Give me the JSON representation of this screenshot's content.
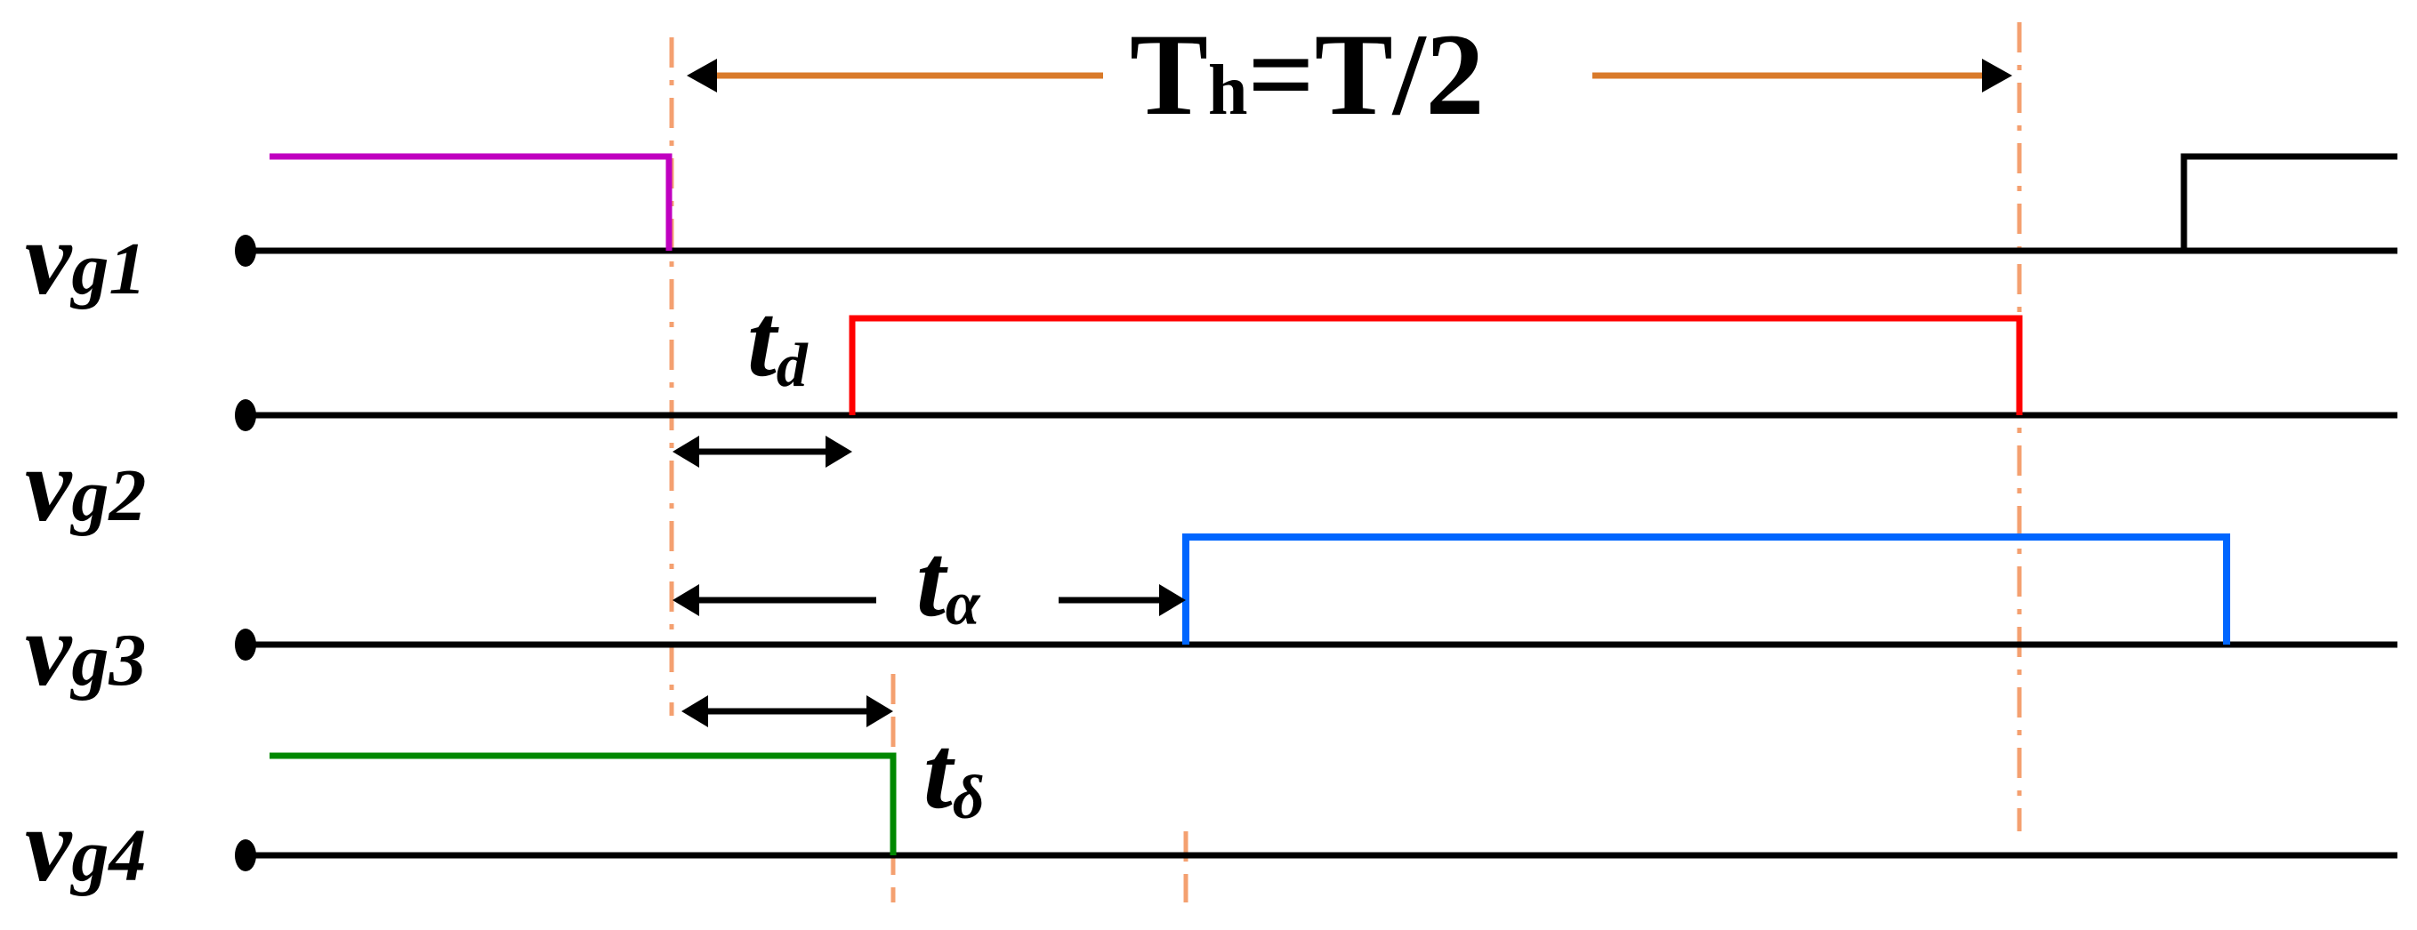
{
  "signals": [
    {
      "id": "vg1",
      "main": "v",
      "sub": "g1"
    },
    {
      "id": "vg2",
      "main": "v",
      "sub": "g2"
    },
    {
      "id": "vg3",
      "main": "v",
      "sub": "g3"
    },
    {
      "id": "vg4",
      "main": "v",
      "sub": "g4"
    }
  ],
  "title": {
    "left": "T",
    "sub": "h",
    "right": "=T/2"
  },
  "annotations": {
    "td": {
      "main": "t",
      "sub": "d"
    },
    "talpha": {
      "main": "t",
      "sub": "α"
    },
    "tdelta": {
      "main": "t",
      "sub": "δ"
    }
  },
  "colors": {
    "vg1": "#c000c0",
    "vg2": "#ff0000",
    "vg3": "#0066ff",
    "vg4": "#008800",
    "next_pulse": "#000000",
    "guide": "#f4a070",
    "period_arrow": "#d97a2a",
    "baseline": "#000000"
  }
}
